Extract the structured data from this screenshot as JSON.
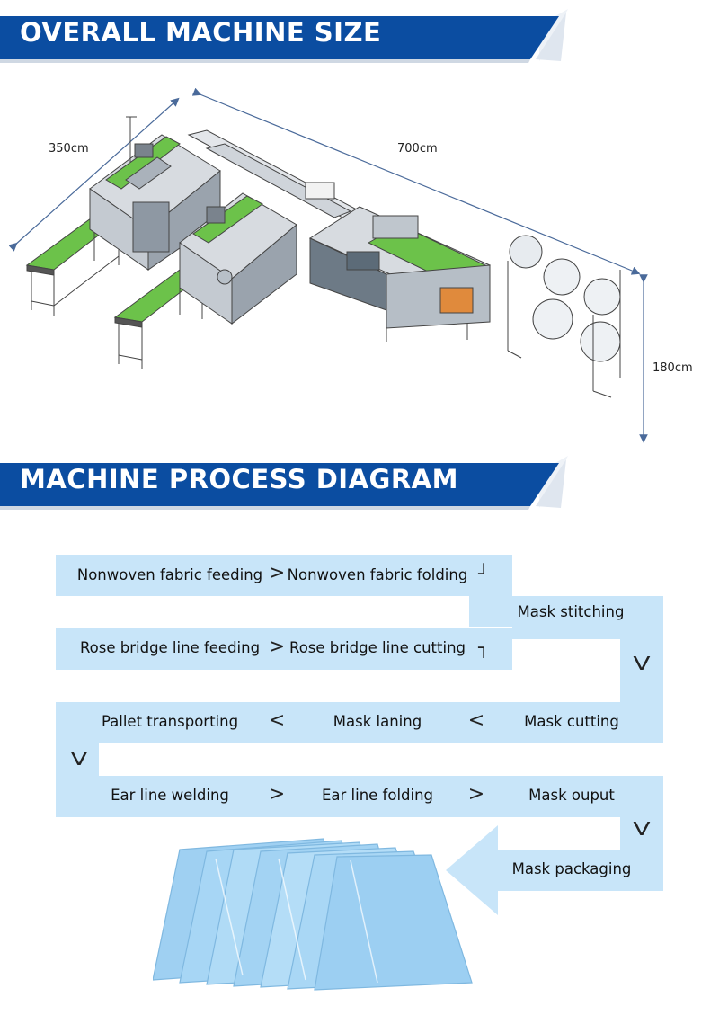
{
  "banners": {
    "size_title": "OVERALL MACHINE SIZE",
    "process_title": "MACHINE PROCESS DIAGRAM"
  },
  "dimensions": {
    "depth": "350cm",
    "length": "700cm",
    "height": "180cm"
  },
  "process": {
    "row1": {
      "step1": "Nonwoven fabric feeding",
      "arrow1": ">",
      "step2": "Nonwoven fabric folding",
      "corner": "┘"
    },
    "row2": {
      "step1": "Mask stitching"
    },
    "row3": {
      "step1": "Rose bridge line feeding",
      "arrow1": ">",
      "step2": "Rose bridge line cutting",
      "corner": "┐"
    },
    "down1": "V",
    "row4": {
      "step1": "Pallet transporting",
      "arrow1": "<",
      "step2": "Mask laning",
      "arrow2": "<",
      "step3": "Mask cutting"
    },
    "down2": "V",
    "row5": {
      "step1": "Ear line welding",
      "arrow1": ">",
      "step2": "Ear line folding",
      "arrow2": ">",
      "step3": "Mask ouput"
    },
    "down3": "V",
    "row6": {
      "step1": "Mask packaging"
    }
  },
  "colors": {
    "banner_blue": "#0b4da1",
    "process_box": "#c8e5f9",
    "machine_green": "#6cc24a"
  }
}
